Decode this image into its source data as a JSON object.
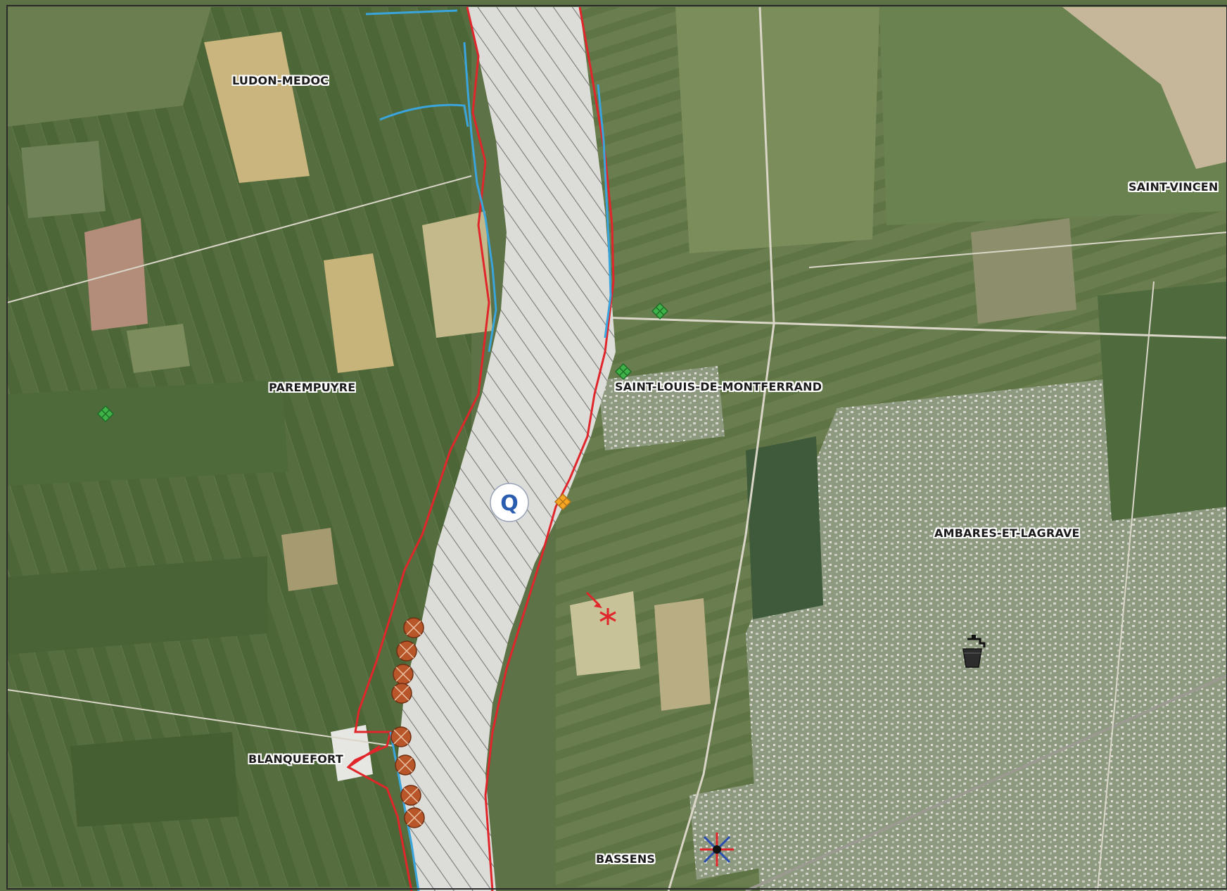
{
  "places": {
    "ludon_medoc": "LUDON-MEDOC",
    "saint_vincent": "SAINT-VINCEN",
    "parempuyre": "PAREMPUYRE",
    "saint_louis": "SAINT-LOUIS-DE-MONTFERRAND",
    "ambares": "AMBARES-ET-LAGRAVE",
    "blanquefort": "BLANQUEFORT",
    "bassens": "BASSENS"
  },
  "markers": {
    "q_symbol": "Q"
  },
  "colors": {
    "boundary_red": "#e0262b",
    "stream_blue": "#3aa4dc",
    "river_fill": "#dcdcd8",
    "river_hatch": "#7a7a78",
    "green_marker": "#3fb24a",
    "orange_marker": "#f5a623",
    "brown_marker": "#b8562a",
    "q_blue": "#2a5db0"
  },
  "icons": {
    "green_site": "green-diamond-marker-icon",
    "orange_site": "orange-diamond-marker-icon",
    "circle_cross": "brown-crossed-circle-icon",
    "q_circle": "q-circle-icon",
    "red_star_arrow": "red-asterisk-arrow-icon",
    "water_tap": "water-tap-bucket-icon",
    "compass_star": "blue-red-star-marker-icon"
  }
}
